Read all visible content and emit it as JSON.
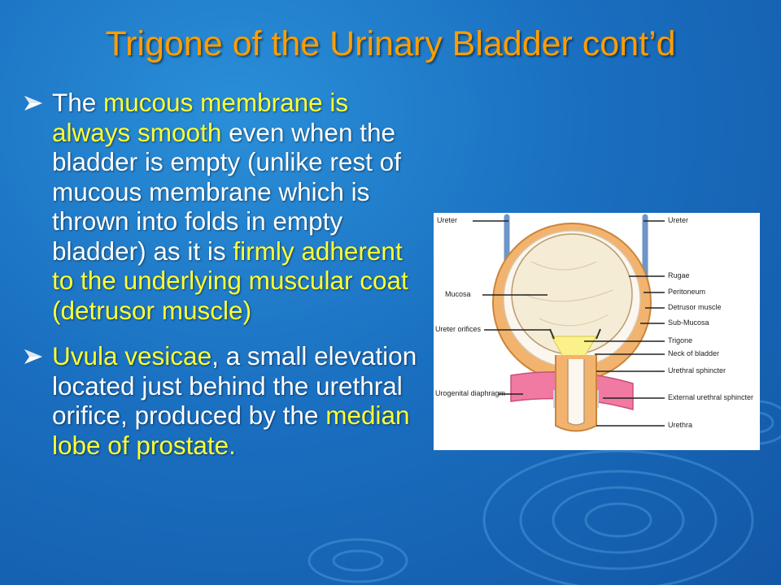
{
  "slide": {
    "title": "Trigone of the Urinary Bladder cont’d",
    "bullets": [
      {
        "segments": [
          {
            "text": "The ",
            "highlight": false
          },
          {
            "text": "mucous membrane is always smooth",
            "highlight": true
          },
          {
            "text": " even when the bladder is empty (unlike rest of mucous membrane which is thrown into folds in empty bladder) as it  is ",
            "highlight": false
          },
          {
            "text": "firmly adherent to the underlying muscular coat (detrusor muscle)",
            "highlight": true
          }
        ]
      },
      {
        "segments": [
          {
            "text": "Uvula vesicae",
            "highlight": true
          },
          {
            "text": ", a small elevation located just behind the urethral orifice, produced by the ",
            "highlight": false
          },
          {
            "text": "median lobe of prostate.",
            "highlight": true
          }
        ]
      }
    ]
  },
  "figure": {
    "labels_left": {
      "ureter": "Ureter",
      "mucosa": "Mucosa",
      "ureter_orifices": "Ureter orifices",
      "urogenital_diaphragm": "Urogenital diaphragm"
    },
    "labels_right": {
      "ureter": "Ureter",
      "rugae": "Rugae",
      "peritoneum": "Peritoneum",
      "detrusor_muscle": "Detrusor muscle",
      "sub_mucosa": "Sub-Mucosa",
      "trigone": "Trigone",
      "neck_of_bladder": "Neck of bladder",
      "urethral_sphincter": "Urethral sphincter",
      "external_urethral_sphincter": "External urethral sphincter",
      "urethra": "Urethra"
    }
  },
  "colors": {
    "title": "#ff9d00",
    "highlight": "#ffff33",
    "body_text": "#ffffff"
  }
}
